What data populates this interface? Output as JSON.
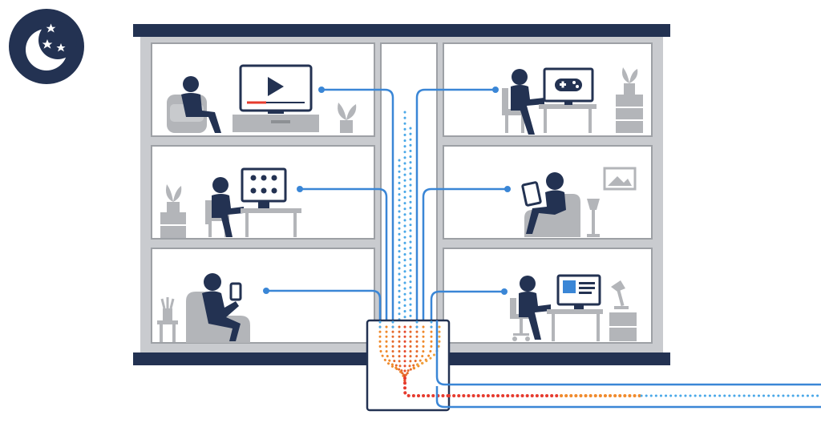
{
  "badge": {
    "icon": "moon-stars-icon"
  },
  "colors": {
    "navy": "#233252",
    "frame_gray": "#c9cbcf",
    "room_fill": "#ffffff",
    "furniture_gray": "#b3b5b9",
    "cable_blue": "#3a86d6",
    "dot_blue": "#4aa8e8",
    "hot_red": "#e63b2e",
    "hot_orange": "#f08a2c"
  },
  "rooms": [
    {
      "id": "top-left",
      "activity": "streaming-video",
      "device": "tv-play-icon"
    },
    {
      "id": "top-right",
      "activity": "gaming",
      "device": "gamepad-monitor-icon"
    },
    {
      "id": "mid-left",
      "activity": "video-call",
      "device": "video-call-monitor-icon"
    },
    {
      "id": "mid-right",
      "activity": "tablet-use",
      "device": "tablet-icon"
    },
    {
      "id": "bottom-left",
      "activity": "phone-use",
      "device": "smartphone-icon"
    },
    {
      "id": "bottom-right",
      "activity": "computer-work",
      "device": "desktop-monitor-icon"
    }
  ]
}
